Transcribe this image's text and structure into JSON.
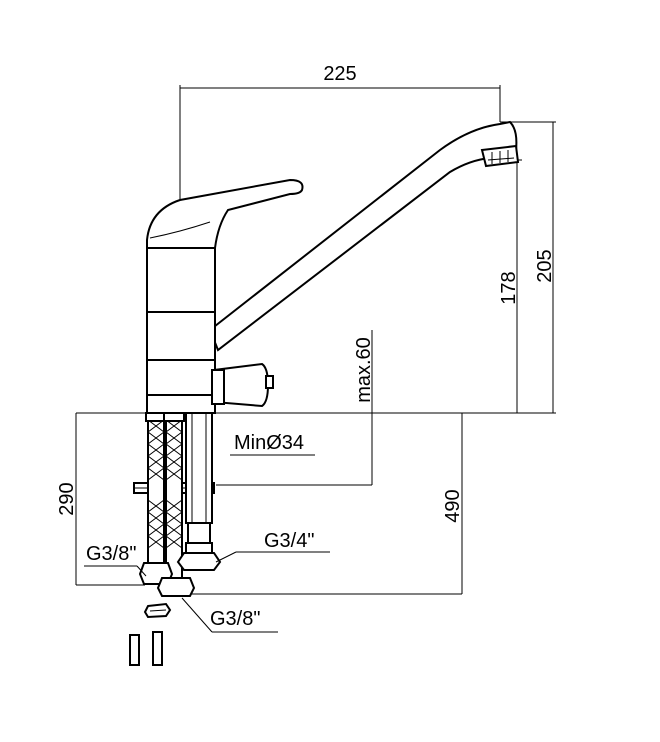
{
  "dimensions": {
    "spout_reach": "225",
    "spout_height": "178",
    "total_height": "205",
    "max_deck_thickness": "max.60",
    "min_hole_diameter": "MinØ34",
    "hose_length_short": "290",
    "hose_length_long": "490",
    "connection_left": "G3/8\"",
    "connection_right": "G3/4\"",
    "connection_bottom": "G3/8\""
  }
}
